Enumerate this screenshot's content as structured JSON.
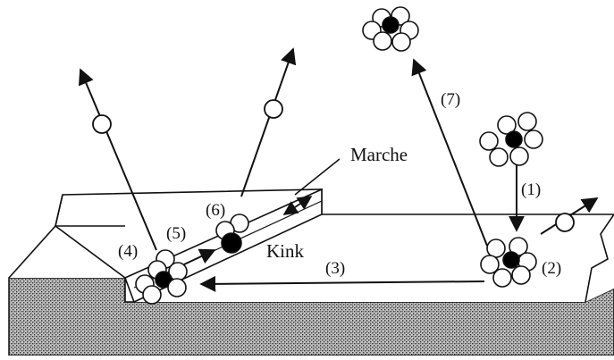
{
  "labels": {
    "step1": "(1)",
    "step2": "(2)",
    "step3": "(3)",
    "step4": "(4)",
    "step5": "(5)",
    "step6": "(6)",
    "step7": "(7)",
    "marche": "Marche",
    "kink": "Kink"
  },
  "colors": {
    "ink": "#111111",
    "substrate_fill": "#9a9a9a",
    "atom_fill": "#ffffff",
    "center_atom": "#000000"
  }
}
